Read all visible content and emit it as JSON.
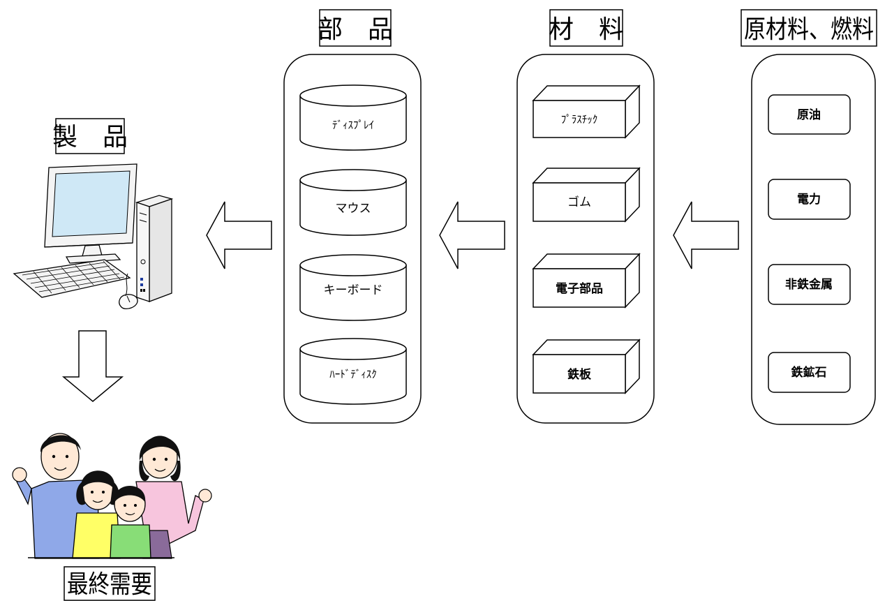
{
  "labels": {
    "product": "製　品",
    "parts": "部　品",
    "materials": "材　料",
    "raw": "原材料、燃料",
    "demand": "最終需要"
  },
  "parts": [
    "ﾃﾞｨｽﾌﾟﾚｲ",
    "マウス",
    "キーボード",
    "ﾊｰﾄﾞﾃﾞｨｽｸ"
  ],
  "materials": [
    "ﾌﾟﾗｽﾁｯｸ",
    "ゴム",
    "電子部品",
    "鉄板"
  ],
  "raw_materials": [
    "原油",
    "電力",
    "非鉄金属",
    "鉄鉱石"
  ],
  "icons": {
    "product": "desktop-computer-icon",
    "demand": "family-icon",
    "flow": "hollow-arrow-icon"
  },
  "colors": {
    "screen": "#cfe8f6",
    "father_shirt": "#8fa8e8",
    "girl_shirt": "#ffff66",
    "boy_shirt": "#88dd77",
    "mother_shirt": "#f7c5dd",
    "hair": "#111111",
    "skin": "#ffe9d6"
  }
}
